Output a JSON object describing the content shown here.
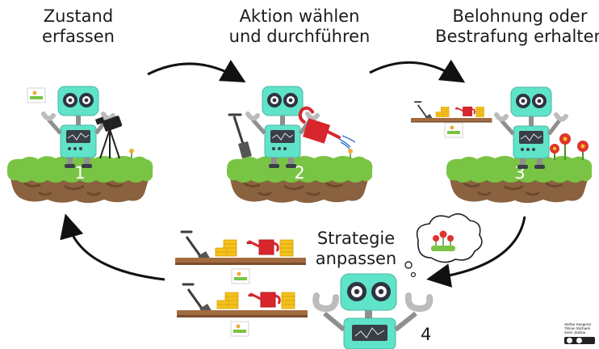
{
  "steps": [
    {
      "number": "1",
      "title": [
        "Zustand",
        "erfassen"
      ]
    },
    {
      "number": "2",
      "title": [
        "Aktion wählen",
        "und durchführen"
      ]
    },
    {
      "number": "3",
      "title": [
        "Belohnung oder",
        "Bestrafung erhalten"
      ]
    },
    {
      "number": "4",
      "title": [
        "Strategie",
        "anpassen"
      ]
    }
  ],
  "credits": [
    "Stefan Seegerer",
    "Tilman Michaeli",
    "Sven Jatzlau"
  ],
  "license_badge": "cc-by-icon",
  "colors": {
    "robot_body": "#5fe3c9",
    "grass": "#79c444",
    "soil": "#8a6240",
    "shelf": "#a26a3f",
    "can": "#d8262d",
    "coins": "#f3c21b",
    "flower": "#e0332f"
  }
}
